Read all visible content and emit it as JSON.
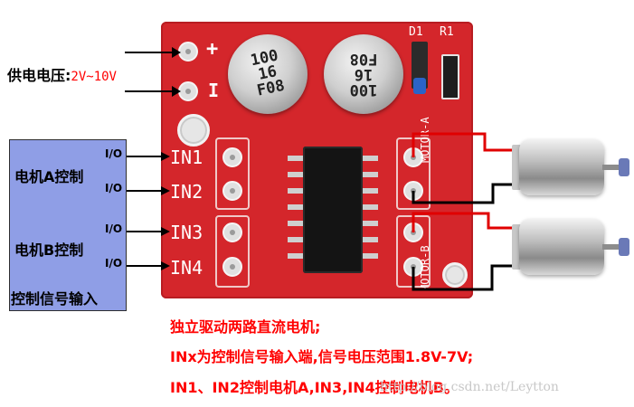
{
  "power_label": {
    "text": "供电电压:",
    "range": "2V~10V"
  },
  "control_box": {
    "motor_a": "电机A控制",
    "motor_b": "电机B控制",
    "footer": "控制信号输入",
    "io_labels": [
      "I/O",
      "I/O",
      "I/O",
      "I/O"
    ]
  },
  "board": {
    "plus_label": "+",
    "minus_label": "I",
    "inputs": [
      "IN1",
      "IN2",
      "IN3",
      "IN4"
    ],
    "motor_a_label": "MOTOR-A",
    "motor_b_label": "MOTOR-B",
    "d1_label": "D1",
    "r1_label": "R1",
    "cap_left_lines": [
      "100",
      "16",
      "F08"
    ],
    "cap_right_lines": [
      "100",
      "16",
      "F08"
    ]
  },
  "notes": [
    "独立驱动两路直流电机;",
    "INx为控制信号输入端,信号电压范围1.8V-7V;",
    "IN1、IN2控制电机A,IN3,IN4控制电机B。"
  ],
  "watermark": "http://blog.csdn.net/Leytton",
  "colors": {
    "board": "#d4262b",
    "red_text": "#ff0000",
    "control_box": "#8f9ee6",
    "wire_red": "#e00000",
    "wire_black": "#000000"
  }
}
